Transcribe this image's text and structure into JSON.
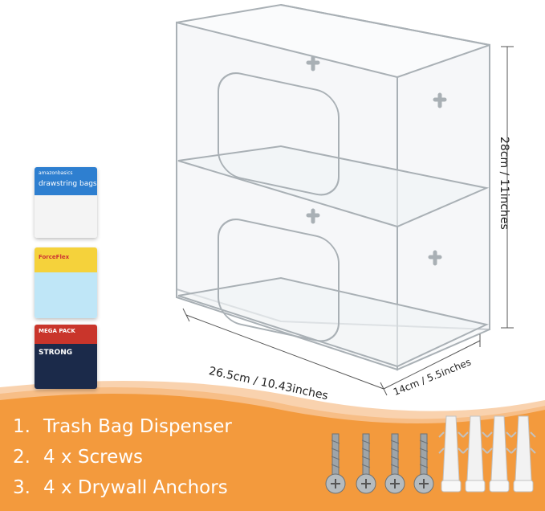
{
  "dimensions": {
    "width": "26.5cm / 10.43inches",
    "depth": "14cm / 5.5inches",
    "height": "28cm / 11inches"
  },
  "product_boxes": [
    {
      "brand": "amazonbasics",
      "name": "drawstring bags"
    },
    {
      "brand": "ForceFlex"
    },
    {
      "tag": "MEGA PACK",
      "name": "STRONG"
    }
  ],
  "contents": [
    {
      "number": "1.",
      "label": "Trash Bag Dispenser"
    },
    {
      "number": "2.",
      "label": "4 x Screws"
    },
    {
      "number": "3.",
      "label": "4 x Drywall Anchors"
    }
  ],
  "colors": {
    "banner": "#f39a3d",
    "banner_light": "#f7c79a",
    "acrylic_edge": "#a9b0b5",
    "screw": "#9ea4a8",
    "anchor": "#f2f2f2"
  }
}
